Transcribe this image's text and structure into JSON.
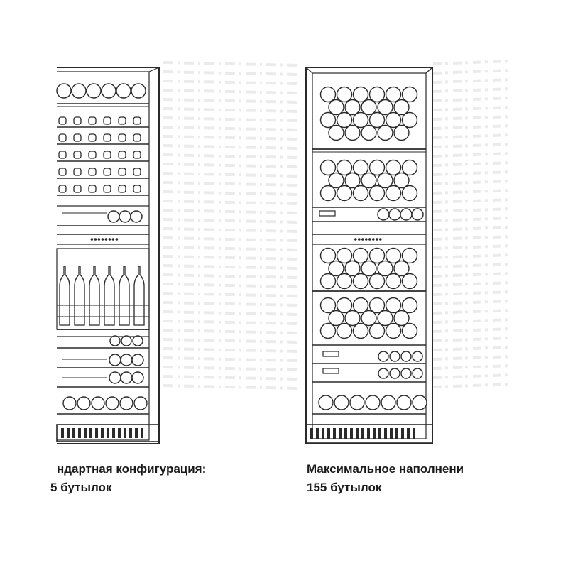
{
  "diagram": {
    "left": {
      "caption_line1": "ндартная конфигурация:",
      "caption_line2": "5 бутылок"
    },
    "right": {
      "caption_line1": "Максимальное наполнени",
      "caption_line2": "155 бутылок"
    }
  },
  "colors": {
    "stroke": "#2a2a2a",
    "watermark": "#ebebeb"
  }
}
